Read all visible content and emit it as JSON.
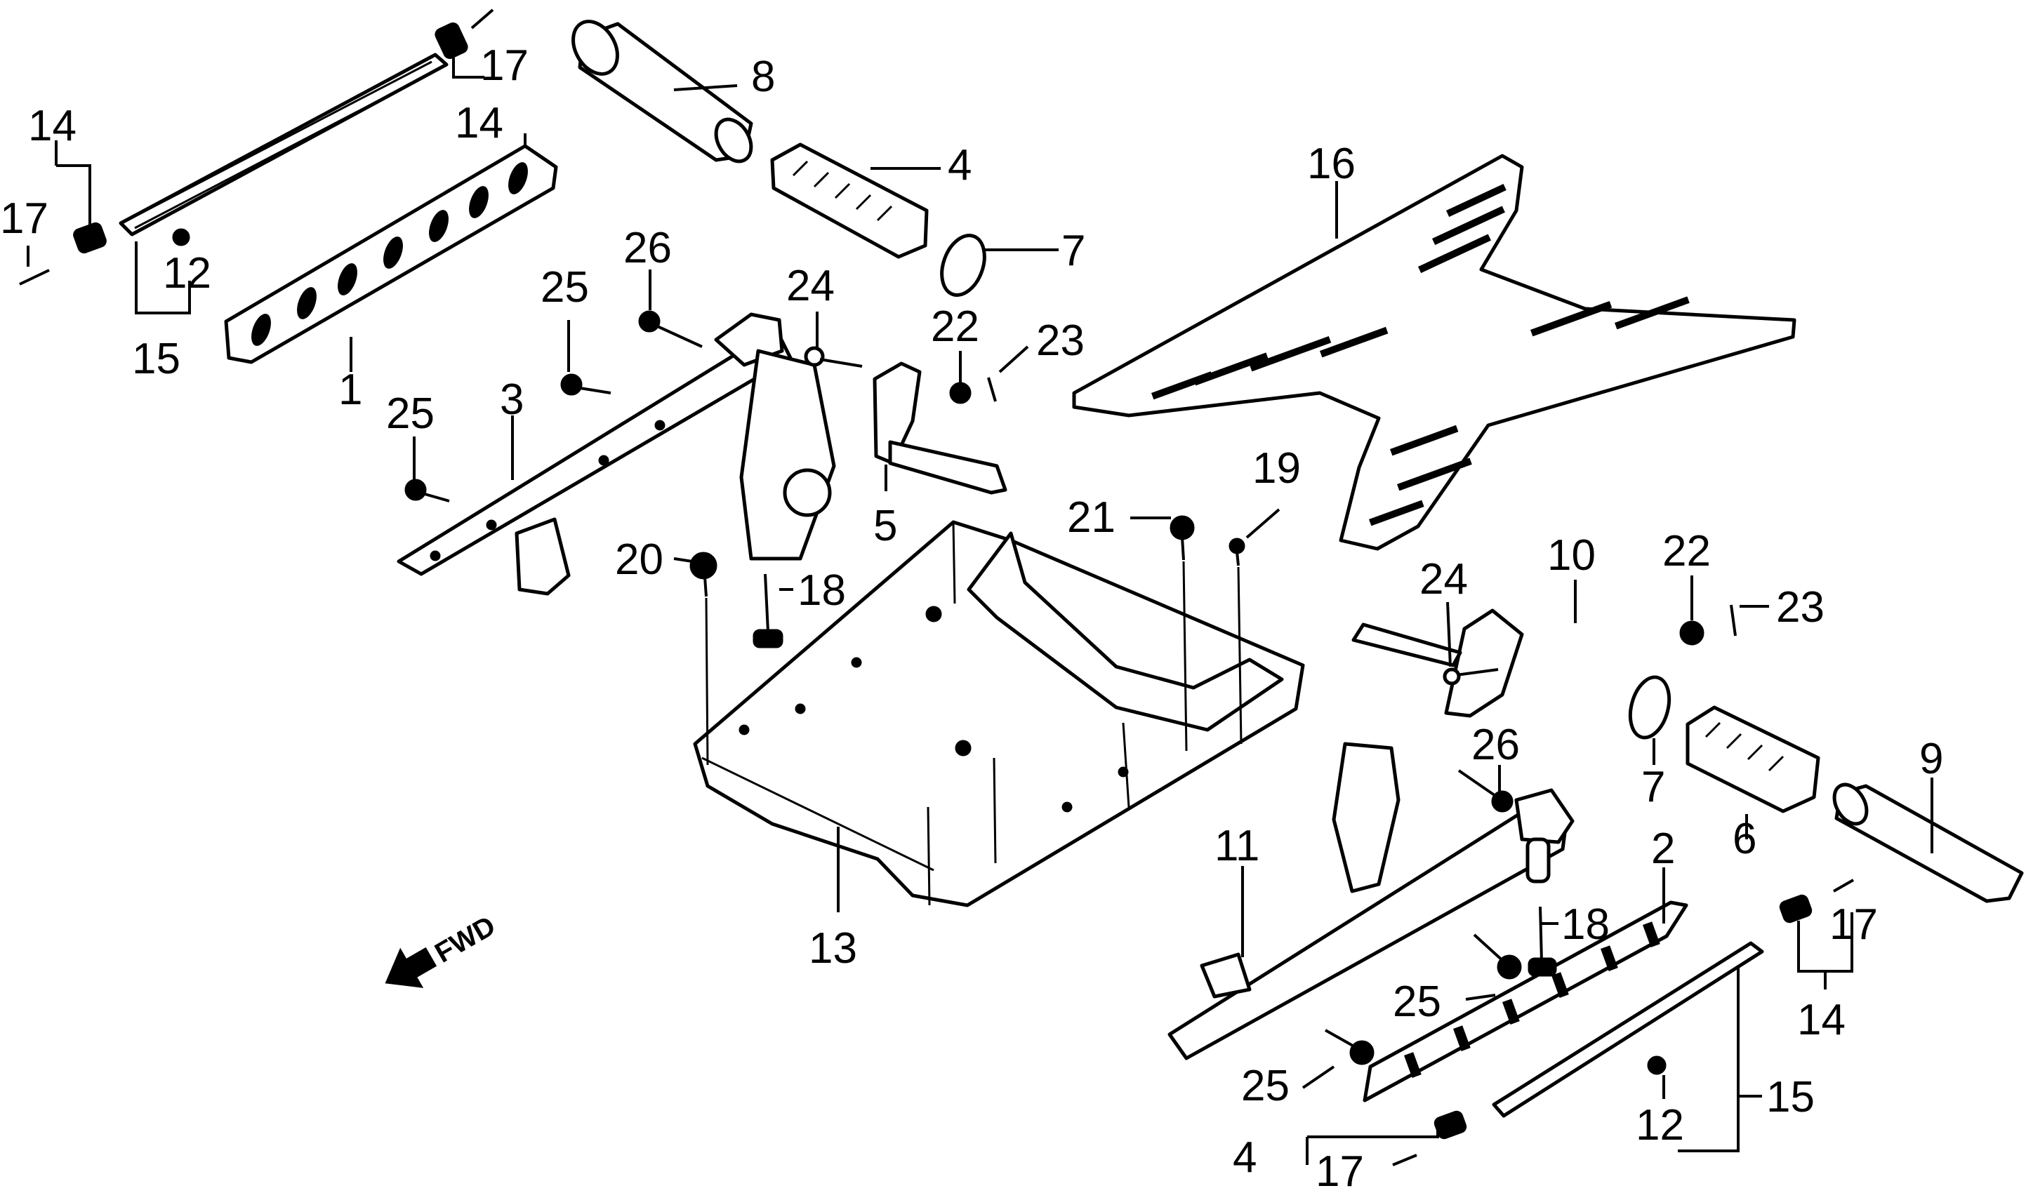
{
  "diagram": {
    "fwd_label": "FWD",
    "callouts": [
      {
        "id": "c17a",
        "text": "17"
      },
      {
        "id": "c14a",
        "text": "14"
      },
      {
        "id": "c17b",
        "text": "17"
      },
      {
        "id": "c14b",
        "text": "14"
      },
      {
        "id": "c12a",
        "text": "12"
      },
      {
        "id": "c15a",
        "text": "15"
      },
      {
        "id": "c1",
        "text": "1"
      },
      {
        "id": "c8",
        "text": "8"
      },
      {
        "id": "c4",
        "text": "4"
      },
      {
        "id": "c7a",
        "text": "7"
      },
      {
        "id": "c16",
        "text": "16"
      },
      {
        "id": "c26a",
        "text": "26"
      },
      {
        "id": "c25a",
        "text": "25"
      },
      {
        "id": "c24a",
        "text": "24"
      },
      {
        "id": "c22a",
        "text": "22"
      },
      {
        "id": "c23a",
        "text": "23"
      },
      {
        "id": "c25b",
        "text": "25"
      },
      {
        "id": "c3",
        "text": "3"
      },
      {
        "id": "c5",
        "text": "5"
      },
      {
        "id": "c21",
        "text": "21"
      },
      {
        "id": "c19",
        "text": "19"
      },
      {
        "id": "c20",
        "text": "20"
      },
      {
        "id": "c18a",
        "text": "18"
      },
      {
        "id": "c22b",
        "text": "22"
      },
      {
        "id": "c10",
        "text": "10"
      },
      {
        "id": "c24b",
        "text": "24"
      },
      {
        "id": "c23b",
        "text": "23"
      },
      {
        "id": "c7b",
        "text": "7"
      },
      {
        "id": "c26b",
        "text": "26"
      },
      {
        "id": "c9",
        "text": "9"
      },
      {
        "id": "c6",
        "text": "6"
      },
      {
        "id": "c2",
        "text": "2"
      },
      {
        "id": "c11",
        "text": "11"
      },
      {
        "id": "c13",
        "text": "13"
      },
      {
        "id": "c18b",
        "text": "18"
      },
      {
        "id": "c17c",
        "text": "17"
      },
      {
        "id": "c25c",
        "text": "25"
      },
      {
        "id": "c14c",
        "text": "14"
      },
      {
        "id": "c25d",
        "text": "25"
      },
      {
        "id": "c15b",
        "text": "15"
      },
      {
        "id": "c12b",
        "text": "12"
      },
      {
        "id": "c14d",
        "text": "4"
      },
      {
        "id": "c17d",
        "text": "17"
      }
    ]
  }
}
